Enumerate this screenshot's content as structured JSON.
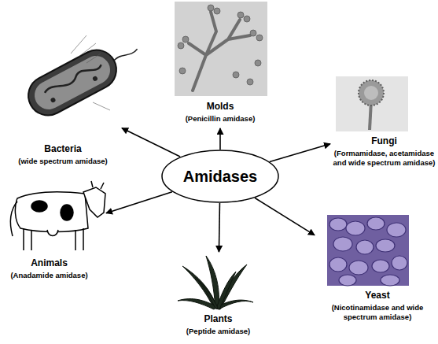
{
  "diagram": {
    "nodes": [
      {
        "text": [
          "Molds",
          "(Penicillin amidase)"
        ]
      },
      {
        "text": [
          "Bacteria",
          "(wide spectrum amidase)"
        ]
      },
      {
        "text": [
          "Fungi",
          "(Formamidase, acetamidase and wide spectrum amidase)"
        ]
      },
      {
        "text": [
          "Amidases"
        ]
      },
      {
        "text": [
          "Yeast",
          "(Nicotinamidase and wide spectrum amidase)"
        ]
      },
      {
        "text": [
          "Animals",
          "(Anadamide amidase)"
        ]
      },
      {
        "text": [
          "Plants",
          "(Peptide amidase)"
        ]
      }
    ],
    "edges": [
      {
        "from": 3,
        "to": 0,
        "arrow": "to"
      },
      {
        "from": 3,
        "to": 1,
        "arrow": "to"
      },
      {
        "from": 3,
        "to": 2,
        "arrow": "to"
      },
      {
        "from": 3,
        "to": 4,
        "arrow": "to"
      },
      {
        "from": 3,
        "to": 5,
        "arrow": "to"
      },
      {
        "from": 3,
        "to": 6,
        "arrow": "to"
      }
    ]
  }
}
